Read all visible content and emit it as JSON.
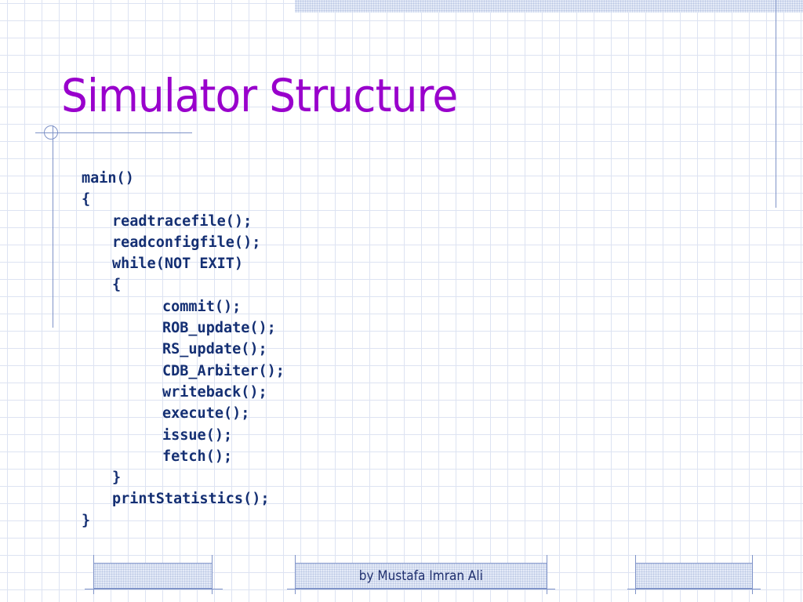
{
  "slide": {
    "title": "Simulator Structure",
    "code_lines": [
      {
        "text": "main()",
        "indent": 0
      },
      {
        "text": "{",
        "indent": 0
      },
      {
        "text": "readtracefile();",
        "indent": 1
      },
      {
        "text": "readconfigfile();",
        "indent": 1
      },
      {
        "text": "while(NOT EXIT)",
        "indent": 1
      },
      {
        "text": "{",
        "indent": 1
      },
      {
        "text": "commit();",
        "indent": 2
      },
      {
        "text": "ROB_update();",
        "indent": 2
      },
      {
        "text": "RS_update();",
        "indent": 2
      },
      {
        "text": "CDB_Arbiter();",
        "indent": 2
      },
      {
        "text": "writeback();",
        "indent": 2
      },
      {
        "text": "execute();",
        "indent": 2
      },
      {
        "text": "issue();",
        "indent": 2
      },
      {
        "text": "fetch();",
        "indent": 2
      },
      {
        "text": "}",
        "indent": 1
      },
      {
        "text": "printStatistics();",
        "indent": 1
      },
      {
        "text": "}",
        "indent": 0
      }
    ],
    "footer": {
      "author": "by Mustafa Imran Ali"
    }
  },
  "colors": {
    "title": "#9900cc",
    "code": "#142f73",
    "accent_line": "#7f93c8",
    "grid": "#dde3f2"
  }
}
